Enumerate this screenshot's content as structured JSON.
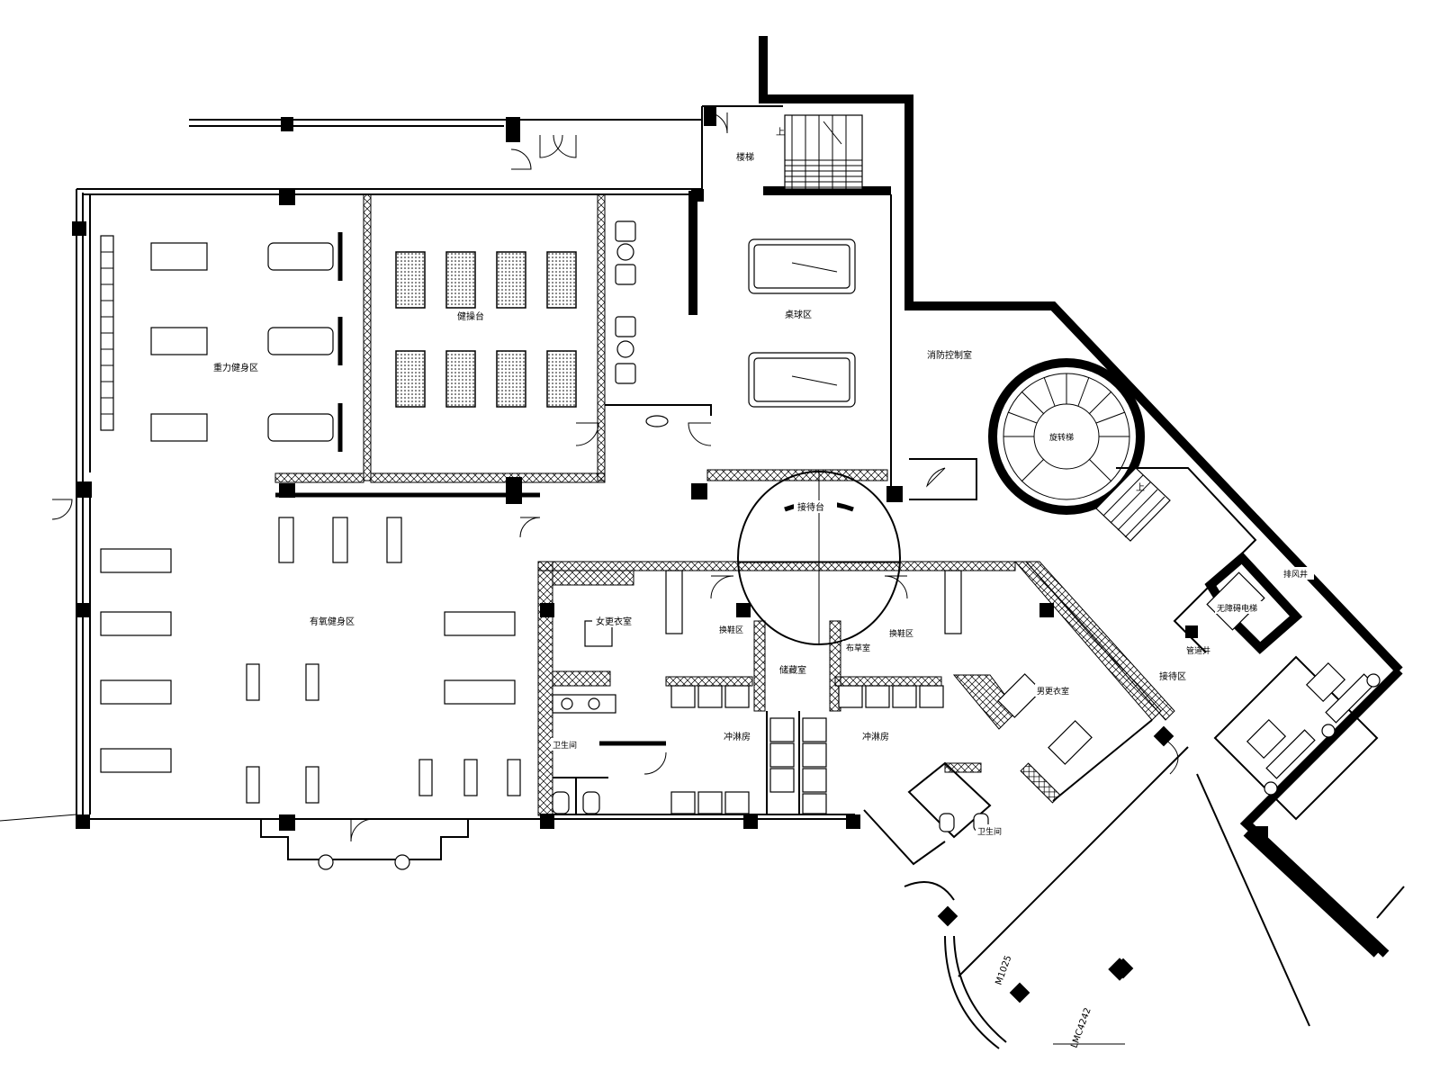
{
  "rooms": {
    "weight_area": "重力健身区",
    "aerobics_stage": "健操台",
    "billiards_area": "桌球区",
    "fire_control_room": "消防控制室",
    "stairwell_top": "楼梯",
    "spiral_stair": "旋转梯",
    "cardio_area": "有氧健身区",
    "reception_desk": "接待台",
    "women_locker": "女更衣室",
    "shower_room_left": "冲淋房",
    "shower_room_right": "冲淋房",
    "storage_room": "储藏室",
    "restroom_left": "卫生间",
    "restroom_right": "卫生间",
    "men_locker": "男更衣室",
    "reception_area": "接待区",
    "changing_area_left": "换鞋区",
    "changing_area_right": "换鞋区",
    "linen_room": "布草室",
    "drainage_well": "排风井",
    "elevator_hall": "无障碍电梯",
    "pipe_well": "管道井"
  },
  "door_tags": {
    "door_a": "M1025",
    "door_b": "LMC4242"
  },
  "stair_marks": {
    "up_top": "上",
    "up_spiral": "上"
  }
}
